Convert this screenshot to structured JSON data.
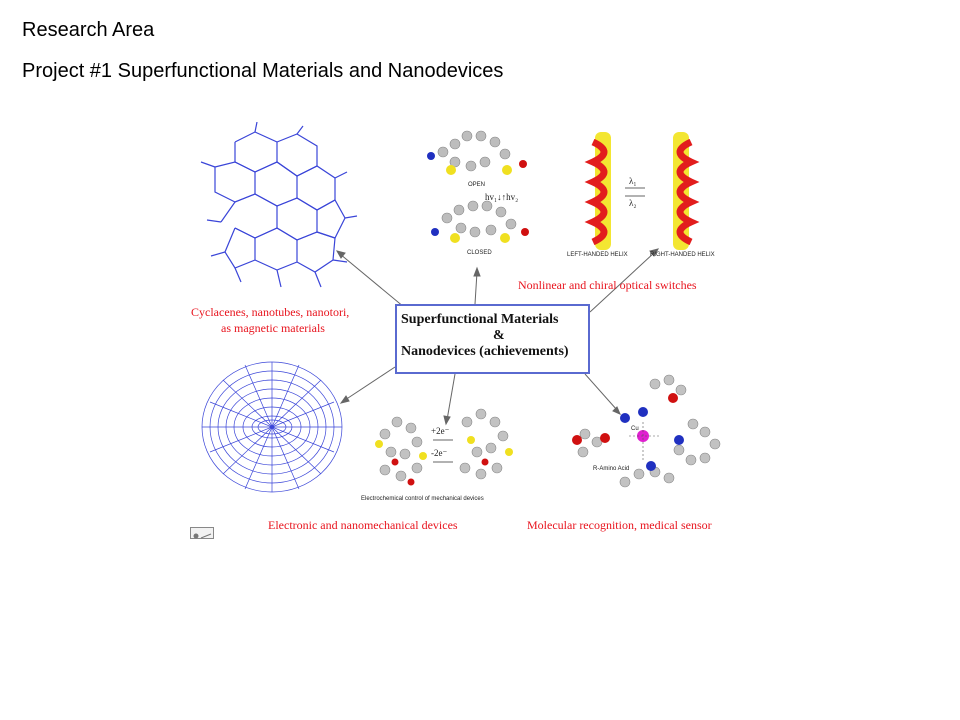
{
  "heading": {
    "title": "Research Area",
    "subtitle": "Project #1 Superfunctional Materials and Nanodevices"
  },
  "diagram": {
    "center_line1": "Superfunctional Materials",
    "center_line2": "&",
    "center_line3": "Nanodevices (achievements)",
    "label_top_left_1": "Cyclacenes, nanotubes, nanotori,",
    "label_top_left_2": "as magnetic materials",
    "label_top_right": "Nonlinear and chiral optical switches",
    "label_bottom_center": "Electronic and nanomechanical devices",
    "label_bottom_right": "Molecular recognition, medical sensor",
    "open_label": "OPEN",
    "closed_label": "CLOSED",
    "photo_switch": "hv₁↓↑hv₂",
    "left_helix": "LEFT-HANDED HELIX",
    "right_helix": "RIGHT-HANDED HELIX",
    "lambda1": "λ₁",
    "lambda2": "λ₂",
    "electro_caption": "Electrochemical control of mechanical devices",
    "plus_2e": "+2e⁻",
    "minus_2e": "-2e⁻",
    "amino_acid": "R-Amino Acid",
    "cu_label": "Cu"
  },
  "colors": {
    "label_red": "#e8141e",
    "network_blue": "#3a45d8",
    "box_border": "#5a6ad0"
  }
}
